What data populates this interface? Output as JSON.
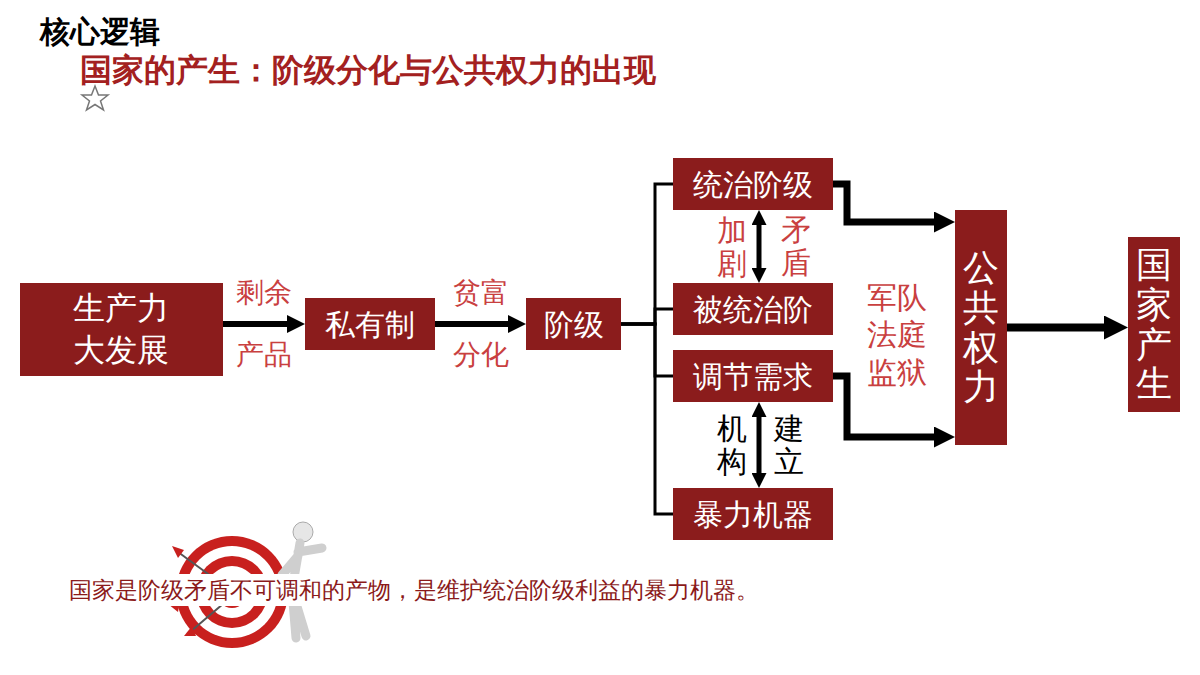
{
  "diagram": {
    "title": "国家的产生：阶级分化与公共权力的出现",
    "caption": "国家是阶级矛盾不可调和的产物，是维护统治阶级利益的暴力机器。",
    "nodes": [
      {
        "text": [
          "生产力 大发展"
        ]
      },
      {
        "text": [
          "私有制"
        ]
      },
      {
        "text": [
          "阶级"
        ]
      },
      {
        "text": [
          "统治阶级"
        ]
      },
      {
        "text": [
          "被统治阶"
        ]
      },
      {
        "text": [
          "调节需求"
        ]
      },
      {
        "text": [
          "暴力机器"
        ]
      },
      {
        "text": [
          "公共权力"
        ]
      },
      {
        "text": [
          "国家产生"
        ]
      }
    ],
    "edges": [
      {
        "from": 0,
        "to": 1,
        "arrow": "to",
        "label": "剩余产品"
      },
      {
        "from": 1,
        "to": 2,
        "arrow": "to",
        "label": "贫富分化"
      },
      {
        "from": 2,
        "to": 3,
        "arrow": "none"
      },
      {
        "from": 2,
        "to": 4,
        "arrow": "none"
      },
      {
        "from": 2,
        "to": 5,
        "arrow": "none"
      },
      {
        "from": 2,
        "to": 6,
        "arrow": "none"
      },
      {
        "from": 3,
        "to": 4,
        "arrow": "both",
        "label": "加剧"
      },
      {
        "from": 5,
        "to": 6,
        "arrow": "both",
        "label": "机构"
      },
      {
        "from": 3,
        "to": 7,
        "arrow": "to"
      },
      {
        "from": 5,
        "to": 7,
        "arrow": "to"
      },
      {
        "from": 7,
        "to": 8,
        "arrow": "to"
      }
    ],
    "labels": [
      "核心逻辑",
      "矛盾",
      "建立",
      "军队法庭监狱"
    ]
  }
}
